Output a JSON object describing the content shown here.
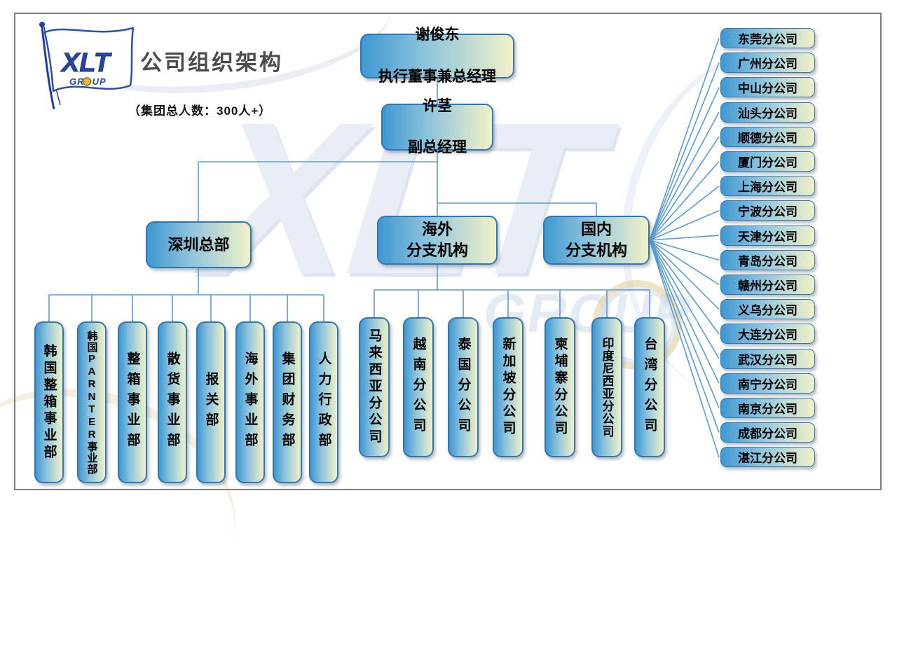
{
  "page": {
    "title": "公司组织架构",
    "headcount_note": "（集团总人数：300人+）"
  },
  "logo": {
    "brand": "XLT",
    "sub": "GROUP"
  },
  "colors": {
    "box_blue": "#3f98d2",
    "box_cream": "#f1f1c8",
    "box_border": "#2f76b5",
    "connector": "#5b9bd5",
    "brand_blue": "#2647a8",
    "title_gray": "#4c4c4c"
  },
  "chart": {
    "ceo": {
      "name": "谢俊东",
      "title": "执行董事兼总经理"
    },
    "deputy": {
      "name": "许茎",
      "title": "副总经理"
    },
    "groups": {
      "hq_label": "深圳总部",
      "overseas_label": "海外\n分支机构",
      "domestic_label": "国内\n分支机构"
    },
    "departments": [
      "韩国整箱事业部",
      "韩国PARNTER事业部",
      "整箱事业部",
      "散货事业部",
      "报关部",
      "海外事业部",
      "集团财务部",
      "人力行政部"
    ],
    "overseas_branches": [
      "马来西亚分公司",
      "越南分公司",
      "泰国分公司",
      "新加坡分公司",
      "柬埔寨分公司",
      "印度尼西亚分公司",
      "台湾分公司"
    ],
    "domestic_branches": [
      "东莞分公司",
      "广州分公司",
      "中山分公司",
      "汕头分公司",
      "顺德分公司",
      "厦门分公司",
      "上海分公司",
      "宁波分公司",
      "天津分公司",
      "青岛分公司",
      "赣州分公司",
      "义乌分公司",
      "大连分公司",
      "武汉分公司",
      "南宁分公司",
      "南京分公司",
      "成都分公司",
      "湛江分公司"
    ]
  }
}
